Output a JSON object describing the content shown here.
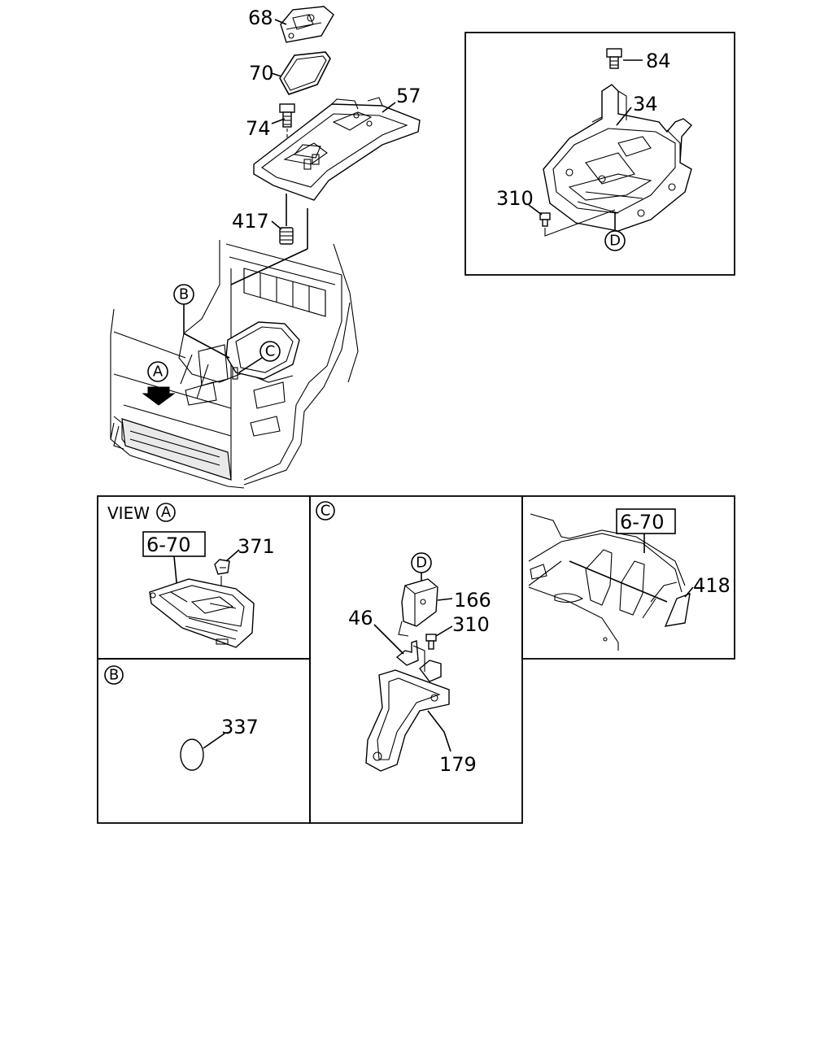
{
  "main": {
    "callouts": {
      "p68": "68",
      "p70": "70",
      "p57": "57",
      "p74": "74",
      "p417": "417"
    },
    "circles": {
      "b": "B",
      "c": "C",
      "a": "A"
    }
  },
  "detail_d": {
    "callouts": {
      "p84": "84",
      "p34": "34",
      "p310": "310"
    },
    "circle_d": "D"
  },
  "view_a": {
    "title_prefix": "VIEW",
    "title_circle": "A",
    "ref_box": "6-70",
    "callouts": {
      "p371": "371"
    }
  },
  "detail_c": {
    "circle": "C",
    "circle_d": "D",
    "callouts": {
      "p166": "166",
      "p46": "46",
      "p310": "310",
      "p179": "179"
    }
  },
  "detail_fender": {
    "ref_box": "6-70",
    "callouts": {
      "p418": "418"
    }
  },
  "detail_b": {
    "circle": "B",
    "callouts": {
      "p337": "337"
    }
  }
}
